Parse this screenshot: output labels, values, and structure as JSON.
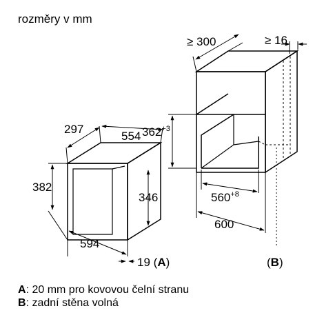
{
  "title": "rozměry v mm",
  "device": {
    "depth_top": "297",
    "width": "554",
    "height_outer": "382",
    "height_front": "346",
    "width_front": "594",
    "protrusion": "19",
    "marker_label": "A"
  },
  "cabinet": {
    "depth_min": "≥ 300",
    "gap_min": "≥ 16",
    "niche_height": "362",
    "niche_height_tol": "+3",
    "niche_width": "560",
    "niche_width_tol": "+8",
    "width": "600",
    "marker_label": "B"
  },
  "notes": [
    {
      "key": "A",
      "text": ": 20 mm pro kovovou čelní stranu"
    },
    {
      "key": "B",
      "text": ": zadní stěna volná"
    }
  ]
}
